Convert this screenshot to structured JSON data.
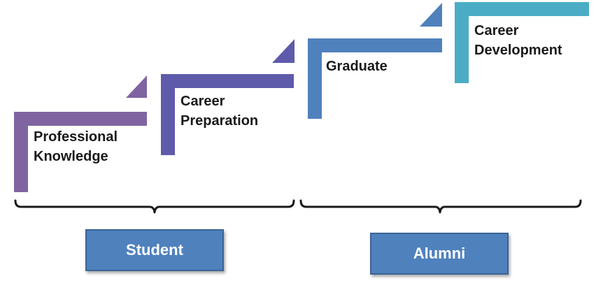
{
  "steps": [
    {
      "line1": "Professional",
      "line2": "Knowledge",
      "color": "#8064a2"
    },
    {
      "line1": "Career",
      "line2": "Preparation",
      "color": "#5f5bab"
    },
    {
      "line1": "Graduate",
      "line2": "",
      "color": "#4f81bd"
    },
    {
      "line1": "Career",
      "line2": "Development",
      "color": "#4bacc6"
    }
  ],
  "groups": [
    {
      "label": "Student",
      "color": "#4f81bd"
    },
    {
      "label": "Alumni",
      "color": "#4f81bd"
    }
  ],
  "brace_color": "#1a1a1a"
}
